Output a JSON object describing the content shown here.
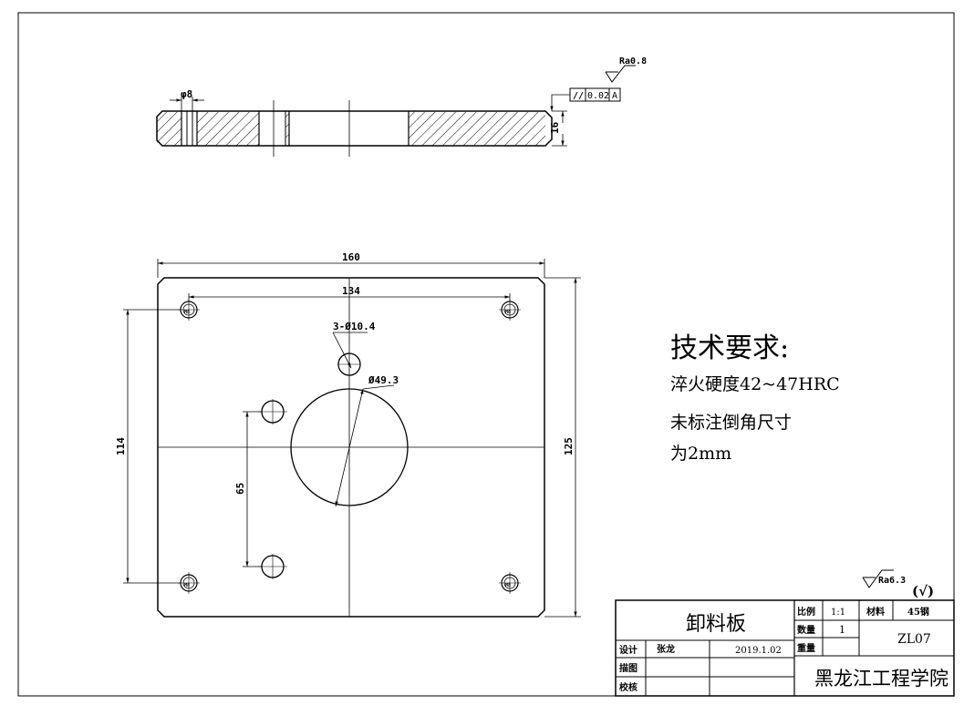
{
  "section_view": {
    "hole_label": "φ8",
    "thickness_label": "16",
    "roughness_top": "Ra0.8",
    "tolerance_symbol": "//",
    "tolerance_value": "0.02",
    "datum": "A"
  },
  "plan_view": {
    "width_label": "160",
    "hole_span_label": "134",
    "hole_callout": "3-Ø10.4",
    "bore_label": "Ø49.3",
    "height_span_label": "114",
    "small_span_label": "65",
    "height_label": "125",
    "screw_mark": "M8"
  },
  "notes": {
    "title": "技术要求:",
    "line1": "淬火硬度42~47HRC",
    "line2": "未标注倒角尺寸",
    "line3": "为2mm"
  },
  "roughness_general": {
    "value": "Ra6.3",
    "suffix": "(√)"
  },
  "title_block": {
    "part_name": "卸料板",
    "scale_label": "比例",
    "scale_value": "1:1",
    "material_label": "材料",
    "material_value": "45钢",
    "quantity_label": "数量",
    "quantity_value": "1",
    "drawing_no": "ZL07",
    "weight_label": "重量",
    "designer_label": "设计",
    "designer_name": "张龙",
    "design_date": "2019.1.02",
    "drafter_label": "描图",
    "checker_label": "校核",
    "institution": "黑龙江工程学院"
  }
}
